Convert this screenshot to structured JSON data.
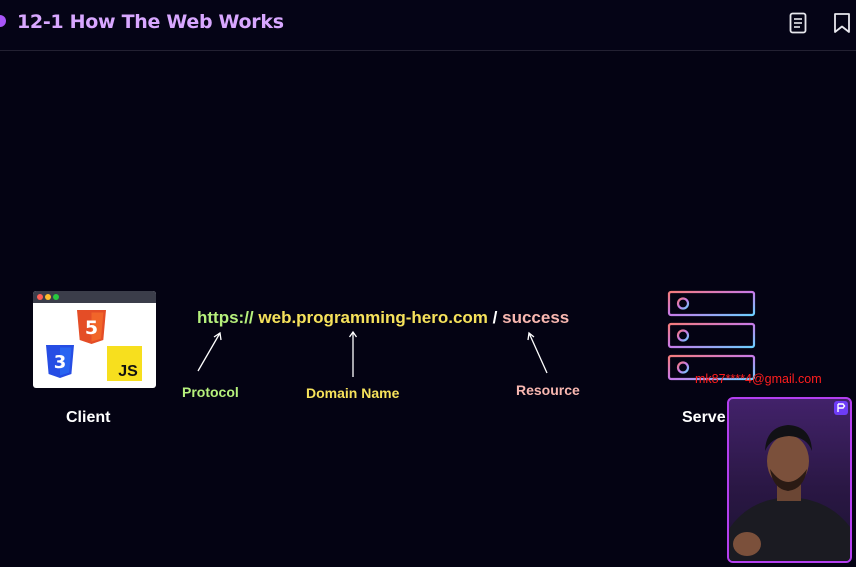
{
  "header": {
    "title": "12-1 How The Web Works"
  },
  "icons": {
    "notes": "notes-icon",
    "bookmark": "bookmark-icon"
  },
  "diagram": {
    "client_label": "Client",
    "server_label": "Serve",
    "url": {
      "protocol": "https://",
      "domain": "web.programming-hero.com",
      "separator": "/",
      "resource": "success"
    },
    "annotations": {
      "protocol": "Protocol",
      "domain": "Domain Name",
      "resource": "Resource"
    },
    "client_logos": {
      "html": "5",
      "css": "3",
      "js": "JS"
    }
  },
  "overlay": {
    "email": "mk87****4@gmail.com"
  },
  "colors": {
    "background": "#040313",
    "title": "#d8a7ff",
    "protocol": "#b6f07c",
    "domain": "#f6e25b",
    "resource": "#f8b7b0",
    "email": "#ff1e1e"
  }
}
